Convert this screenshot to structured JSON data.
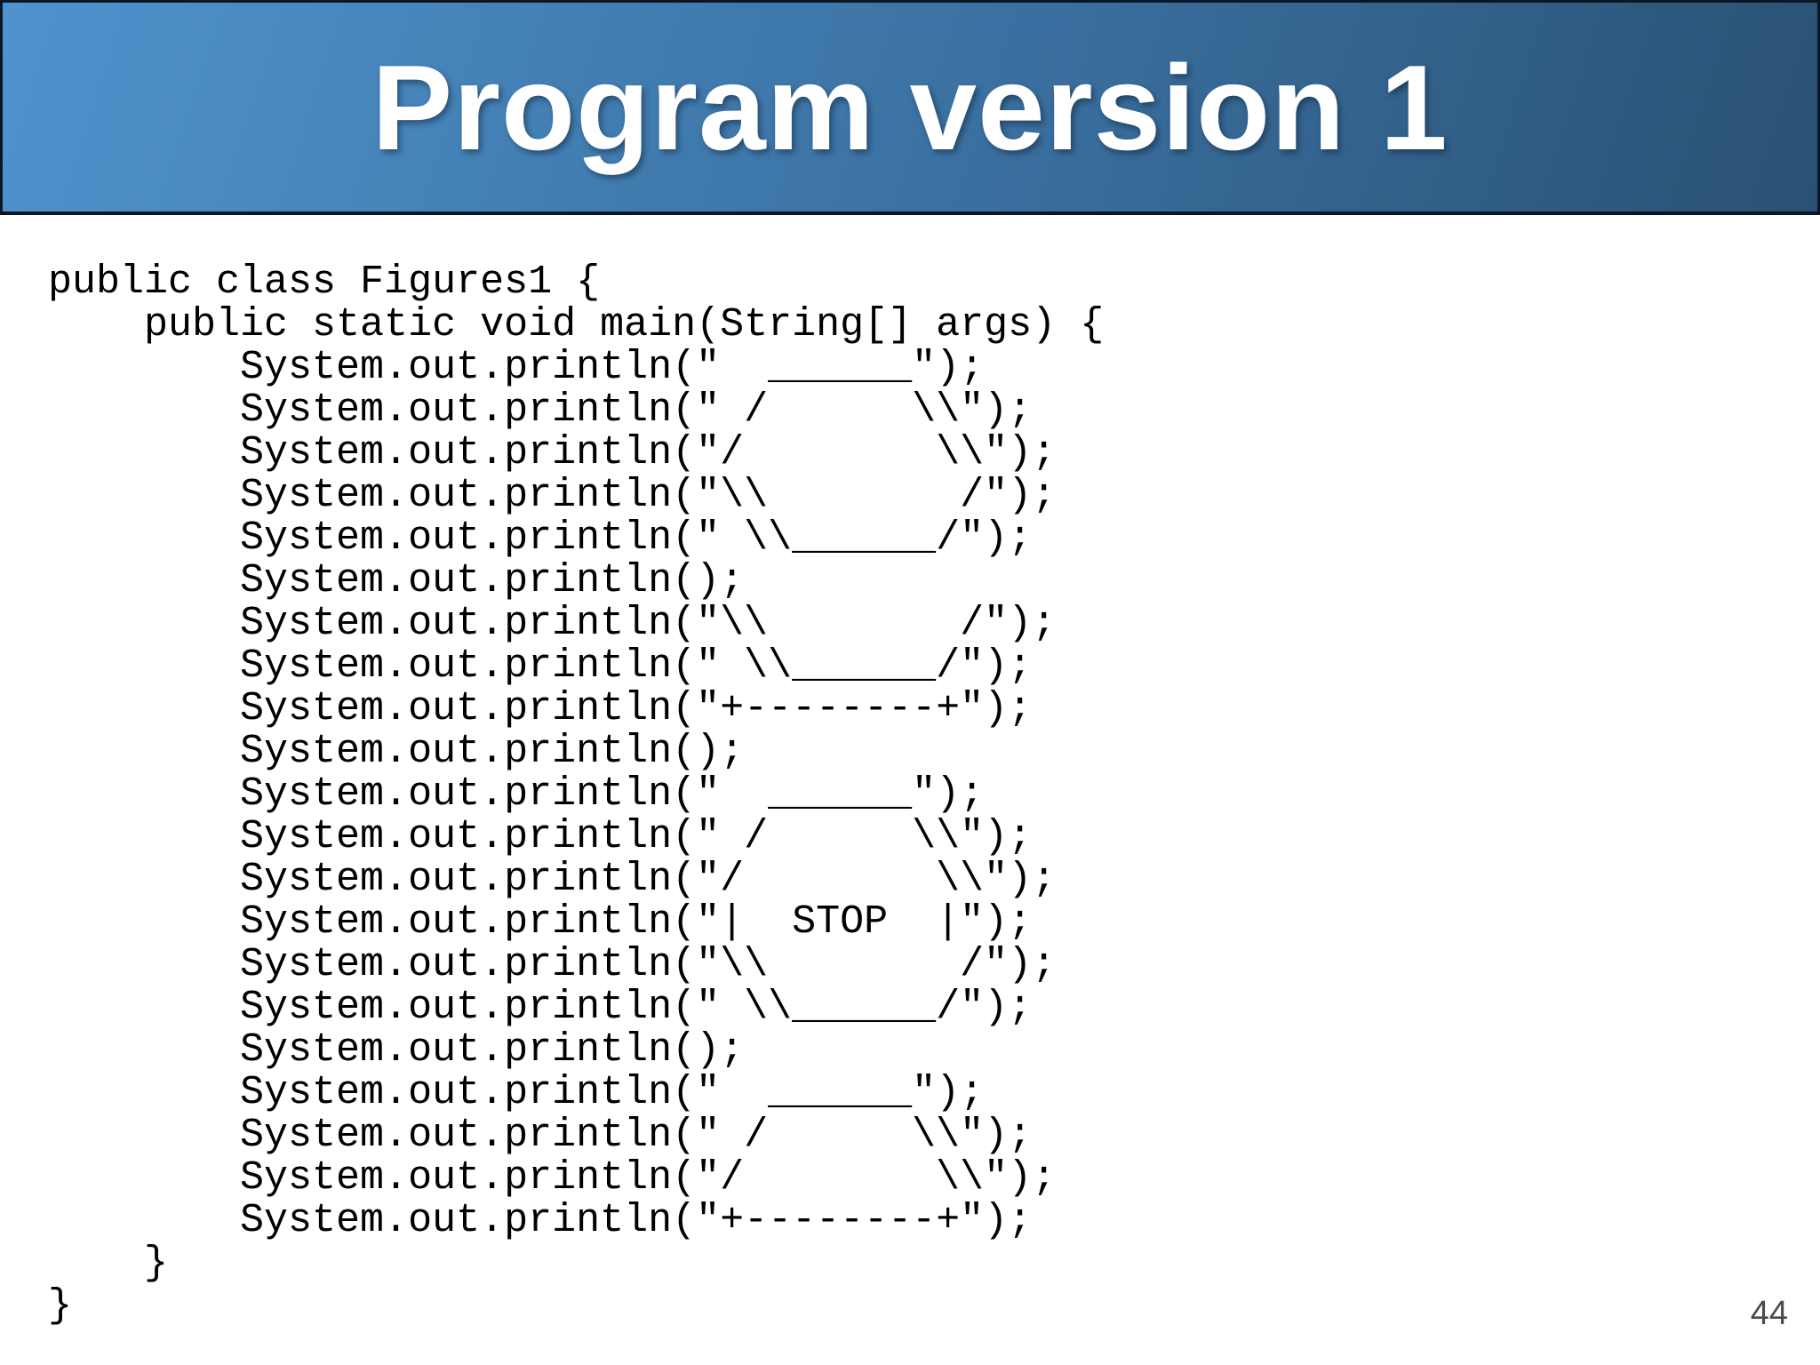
{
  "header": {
    "title": "Program version 1"
  },
  "code": {
    "language": "java",
    "lines": [
      "public class Figures1 {",
      "    public static void main(String[] args) {",
      "        System.out.println(\"  ______\");",
      "        System.out.println(\" /      \\\\\");",
      "        System.out.println(\"/        \\\\\");",
      "        System.out.println(\"\\\\        /\");",
      "        System.out.println(\" \\\\______/\");",
      "        System.out.println();",
      "        System.out.println(\"\\\\        /\");",
      "        System.out.println(\" \\\\______/\");",
      "        System.out.println(\"+--------+\");",
      "        System.out.println();",
      "        System.out.println(\"  ______\");",
      "        System.out.println(\" /      \\\\\");",
      "        System.out.println(\"/        \\\\\");",
      "        System.out.println(\"|  STOP  |\");",
      "        System.out.println(\"\\\\        /\");",
      "        System.out.println(\" \\\\______/\");",
      "        System.out.println();",
      "        System.out.println(\"  ______\");",
      "        System.out.println(\" /      \\\\\");",
      "        System.out.println(\"/        \\\\\");",
      "        System.out.println(\"+--------+\");",
      "    }",
      "}"
    ]
  },
  "footer": {
    "page_number": "44"
  },
  "colors": {
    "background": "#ffffff",
    "header_gradient_start": "#4f93cd",
    "header_gradient_mid": "#3a70a0",
    "header_gradient_end": "#2a5173",
    "header_border": "#0c1726",
    "title_text": "#ffffff",
    "code_text": "#000000",
    "page_number_text": "#4b4b4b"
  }
}
